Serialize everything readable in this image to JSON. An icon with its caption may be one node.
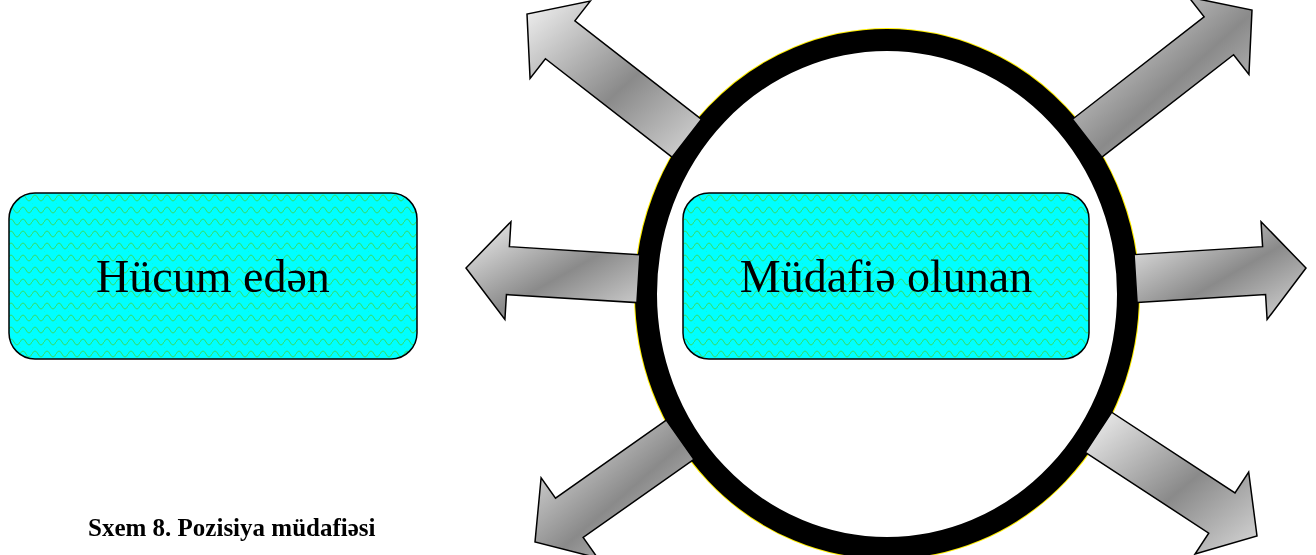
{
  "diagram": {
    "caption": "Sxem 8. Pozisiya müdafiəsi",
    "nodes": [
      {
        "text": [
          "Hücum edən"
        ]
      },
      {
        "text": [],
        "shape": "circle"
      },
      {
        "text": [
          "Müdafiə olunan"
        ],
        "in": 1
      }
    ],
    "edges": [
      {
        "from": 1,
        "to": null,
        "arrow": "to"
      },
      {
        "from": 1,
        "to": null,
        "arrow": "to"
      },
      {
        "from": 1,
        "to": null,
        "arrow": "to"
      },
      {
        "from": 1,
        "to": null,
        "arrow": "to"
      },
      {
        "from": 1,
        "to": null,
        "arrow": "to"
      },
      {
        "from": 1,
        "to": null,
        "arrow": "to"
      }
    ]
  }
}
